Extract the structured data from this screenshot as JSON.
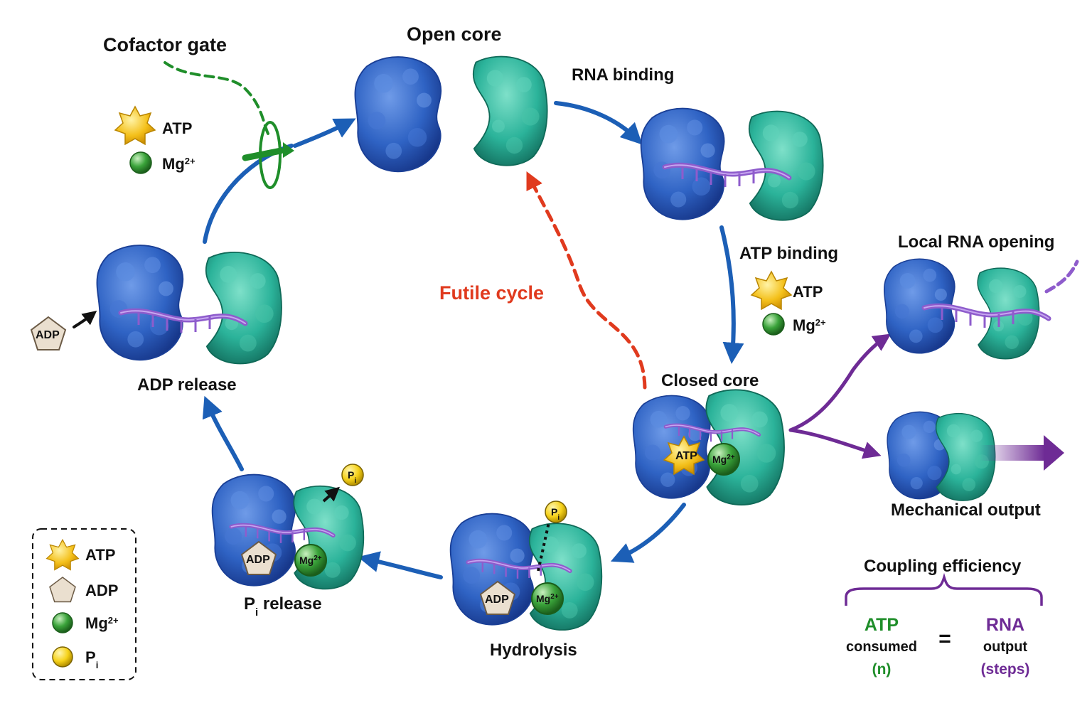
{
  "colors": {
    "domain_a": "#2f63c4",
    "domain_b": "#2bb39a",
    "rna": "#8e5ccc",
    "cycle_arrow": "#1c5fb6",
    "futile": "#e03a1e",
    "gate": "#1f8e2a",
    "output": "#6e2b95",
    "atp_star": "#f4c01a",
    "adp_pentagon": "#eadfcf",
    "mg_ball": "#3aa33a",
    "pi_ball": "#f6d21a"
  },
  "labels": {
    "cofactor_gate": "Cofactor gate",
    "open_core": "Open core",
    "rna_binding": "RNA binding",
    "atp_binding": "ATP binding",
    "closed_core": "Closed core",
    "hydrolysis": "Hydrolysis",
    "pi_release": "P",
    "pi_release_sub": "i",
    "pi_release_rest": " release",
    "adp_release": "ADP release",
    "futile_cycle": "Futile cycle",
    "local_rna_opening": "Local RNA opening",
    "mechanical_output": "Mechanical output",
    "coupling_efficiency": "Coupling efficiency"
  },
  "chips": {
    "atp": "ATP",
    "adp": "ADP",
    "mg": "Mg",
    "mg_sup": "2+",
    "pi": "P",
    "pi_sub": "i"
  },
  "cofactors_topleft": {
    "atp": "ATP",
    "mg": "Mg",
    "mg_sup": "2+"
  },
  "cofactors_right": {
    "atp": "ATP",
    "mg": "Mg",
    "mg_sup": "2+"
  },
  "legend": {
    "atp": "ATP",
    "adp": "ADP",
    "mg": "Mg",
    "mg_sup": "2+",
    "pi": "P",
    "pi_sub": "i"
  },
  "equation": {
    "left_title": "ATP",
    "left_line2": "consumed",
    "left_line3": "(n)",
    "equals": "=",
    "right_title": "RNA",
    "right_line2": "output",
    "right_line3": "(steps)"
  }
}
